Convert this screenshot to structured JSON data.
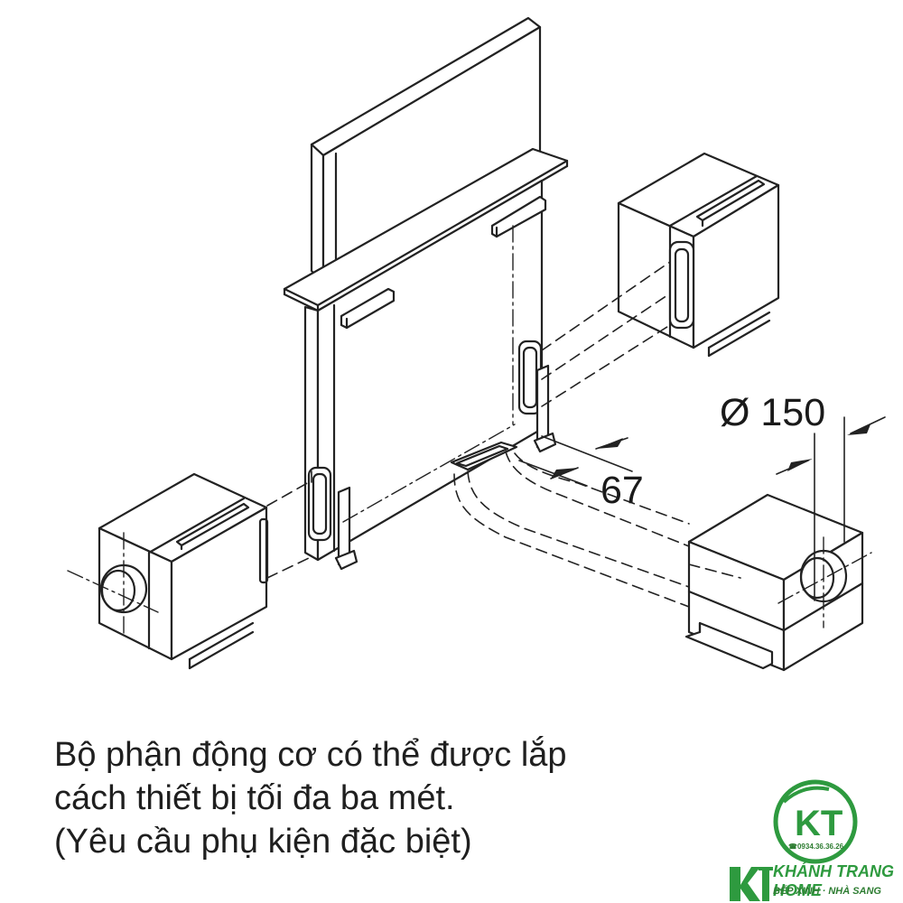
{
  "dimensions": {
    "diameter_label": "Ø 150",
    "offset_label": "67"
  },
  "caption": {
    "line1": "Bộ phận động cơ có thể được lắp",
    "line2": "cách thiết bị tối đa ba mét.",
    "line3": "(Yêu cầu phụ kiện đặc biệt)"
  },
  "logo": {
    "phone": "☎0934.36.36.26",
    "brand": "KHÁNH TRANG HOME",
    "slogan": "BẾP XINH · NHÀ SANG"
  },
  "colors": {
    "line": "#222222",
    "logo_green": "#2e9a3f"
  }
}
